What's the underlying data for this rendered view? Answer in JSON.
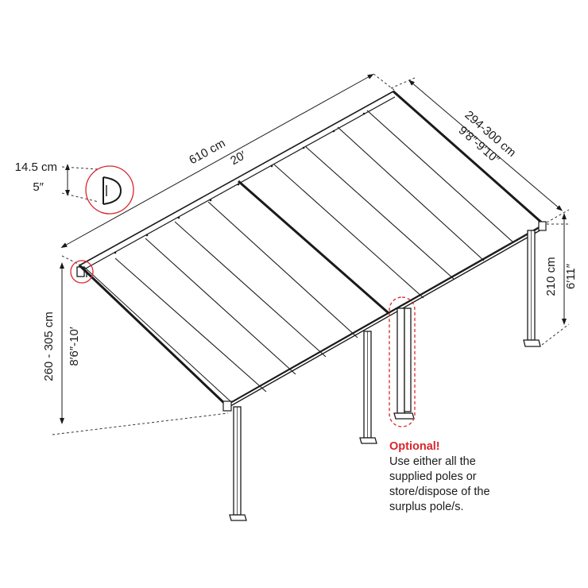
{
  "dimensions": {
    "length_cm": "610 cm",
    "length_ft": "20′",
    "width_cm": "294-300 cm",
    "width_ft": "9′8″-9′10″",
    "profile_cm": "14.5 cm",
    "profile_in": "5″",
    "front_height_cm": "210 cm",
    "front_height_ft": "6′11″",
    "back_height_cm": "260 - 305 cm",
    "back_height_ft": "8′6″-10′"
  },
  "note": {
    "heading": "Optional!",
    "lines": [
      "Use either all the",
      "supplied poles or",
      "store/dispose of the",
      "surplus pole/s."
    ]
  },
  "colors": {
    "line": "#1a1a1a",
    "highlight": "#d8262b",
    "dash": "#333333"
  }
}
